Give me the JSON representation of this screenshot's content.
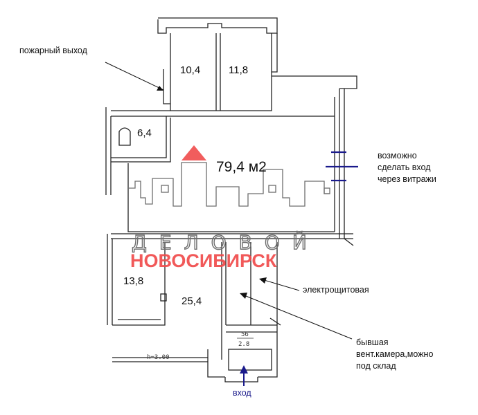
{
  "plan": {
    "rooms": [
      {
        "id": "r1",
        "label": "10,4"
      },
      {
        "id": "r2",
        "label": "11,8"
      },
      {
        "id": "r3",
        "label": "6,4"
      },
      {
        "id": "r4",
        "label": "13,8"
      },
      {
        "id": "r5",
        "label": "25,4"
      }
    ],
    "main_hall_area": "79,4 м2",
    "ceiling_height": "h=3.00",
    "fraction_top": "56",
    "fraction_bottom": "2.8"
  },
  "annotations": {
    "fire_exit": "пожарный выход",
    "storefront_line1": "возможно",
    "storefront_line2": "сделать вход",
    "storefront_line3": "через витражи",
    "electrical": "электрощитовая",
    "vent_line1": "бывшая",
    "vent_line2": "вент.камера,можно",
    "vent_line3": "под склад",
    "entrance": "вход"
  },
  "watermark": {
    "line1": "ДЕЛОВОЙ",
    "line2": "НОВОСИБИРСК"
  },
  "colors": {
    "wall": "#222222",
    "watermark_red": "#f04b4b",
    "watermark_gray": "#6d6d6d",
    "storefront_marks": "#1a1a8c",
    "entrance_arrow": "#1a1a8c"
  }
}
